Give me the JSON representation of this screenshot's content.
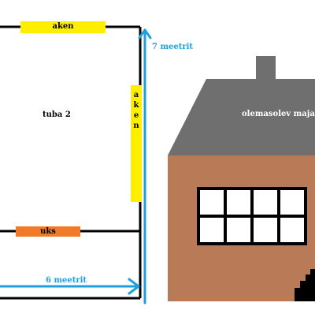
{
  "room": {
    "label": "tuba 2"
  },
  "top_window": {
    "label": "aken",
    "color": "#ffee00"
  },
  "side_window": {
    "label": "aken",
    "color": "#ffee00"
  },
  "door": {
    "label": "uks",
    "color": "#f07a28"
  },
  "height_dimension": {
    "label": "7 meetrit",
    "color": "#1e9fe0"
  },
  "width_dimension": {
    "label": "6 meetrit",
    "color": "#1e9fe0"
  },
  "house": {
    "label": "olemasolev maja",
    "wall_color": "#b97a57",
    "roof_color": "#6f6f6f",
    "chimney_color": "#6f6f6f",
    "window_panes": 8
  }
}
